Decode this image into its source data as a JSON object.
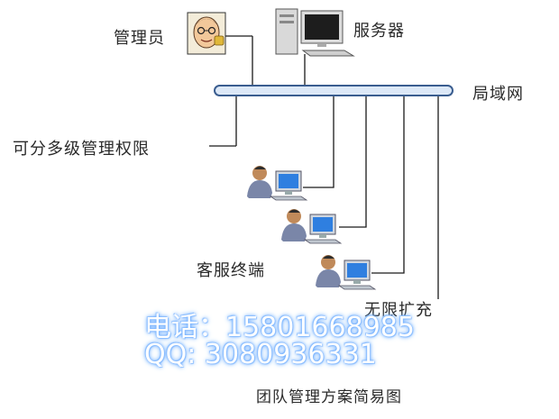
{
  "nodes": {
    "admin": "管理员",
    "server": "服务器",
    "lan": "局域网",
    "permissions": "可分多级管理权限",
    "client": "客服终端",
    "unlimited": "无限扩充"
  },
  "watermark": {
    "phone": "电话：15801668985",
    "qq": "QQ:  3080936331"
  },
  "caption": "团队管理方案简易图",
  "icons": [
    "admin-avatar-icon",
    "server-computer-icon",
    "client-user-icon"
  ],
  "colors": {
    "bus_fill": "#dce8f7",
    "bus_stroke": "#3a5d8f",
    "line": "#1a1a1a"
  }
}
